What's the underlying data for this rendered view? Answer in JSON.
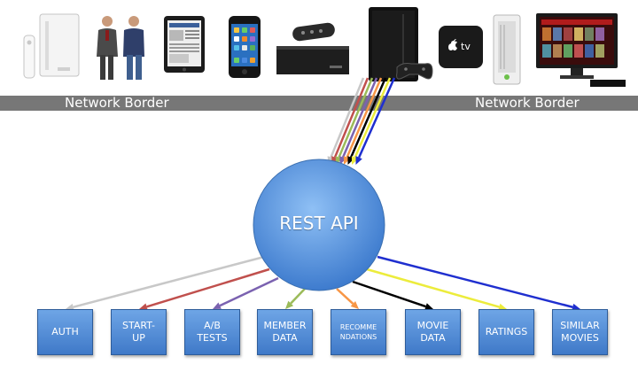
{
  "network_border": {
    "left_label": "Network Border",
    "right_label": "Network Border"
  },
  "api": {
    "label": "REST API"
  },
  "devices": [
    {
      "name": "nintendo-wii"
    },
    {
      "name": "people"
    },
    {
      "name": "ipad"
    },
    {
      "name": "iphone"
    },
    {
      "name": "roku-box"
    },
    {
      "name": "playstation-3"
    },
    {
      "name": "apple-tv"
    },
    {
      "name": "xbox-360"
    },
    {
      "name": "television"
    }
  ],
  "services": [
    {
      "label": "AUTH",
      "arrow_color": "#c8c8c8"
    },
    {
      "label": "START-\nUP",
      "arrow_color": "#c0504d"
    },
    {
      "label": "A/B\nTESTS",
      "arrow_color": "#7b62b0"
    },
    {
      "label": "MEMBER\nDATA",
      "arrow_color": "#9bbb59"
    },
    {
      "label": "RECOMME\nNDATIONS",
      "arrow_color": "#f79646"
    },
    {
      "label": "MOVIE\nDATA",
      "arrow_color": "#000000"
    },
    {
      "label": "RATINGS",
      "arrow_color": "#ecec3c"
    },
    {
      "label": "SIMILAR\nMOVIES",
      "arrow_color": "#1f2fcf"
    }
  ],
  "incoming_arrow_colors": [
    "#c8c8c8",
    "#c0504d",
    "#9bbb59",
    "#7b62b0",
    "#f79646",
    "#000000",
    "#ecec3c",
    "#1f2fcf"
  ]
}
